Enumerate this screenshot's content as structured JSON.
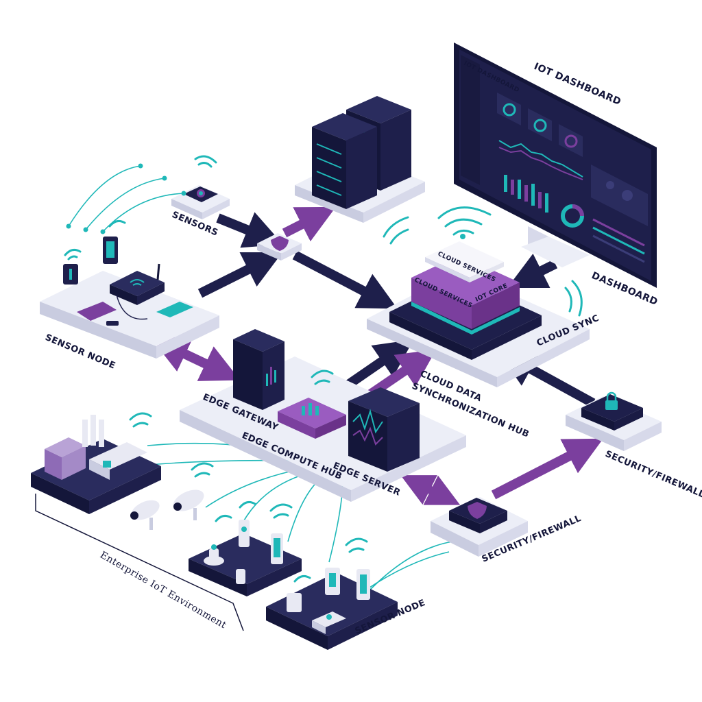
{
  "colors": {
    "navy": "#1e1f4b",
    "navy_dark": "#14163a",
    "purple": "#7b3f9e",
    "teal": "#1fb8b8",
    "platform": "#eceef7",
    "platform_side": "#c9cce0"
  },
  "labels": {
    "sensors": "SENSORS",
    "sensor_node_top": "SENSOR NODE",
    "dashboard_screen_title": "IOT DASHBOARD",
    "dashboard_monitor_title": "IOT DASHBOARD",
    "dashboard": "DASHBOARD",
    "cloud_services_top": "CLOUD SERVICES",
    "cloud_services_side": "CLOUD SERVICES",
    "iot_core": "IOT CORE",
    "cloud_sync": "CLOUD SYNC",
    "cloud_data_hub_line1": "CLOUD DATA",
    "cloud_data_hub_line2": "SYNCHRONIZATION HUB",
    "edge_gateway": "EDGE GATEWAY",
    "edge_compute_hub": "EDGE COMPUTE HUB",
    "edge_server": "EDGE SERVER",
    "security_firewall_right": "SECURITY/FIREWALL",
    "security_firewall_bottom": "SECURITY/FIREWALL",
    "enterprise_environment": "Enterprise IoT Environment",
    "sensor_node_bottom": "SENSOR NODE"
  },
  "icons": [
    "wifi-icon",
    "lock-icon",
    "shield-icon",
    "server-rack-icon",
    "camera-icon",
    "factory-icon",
    "router-icon",
    "thermometer-icon"
  ]
}
